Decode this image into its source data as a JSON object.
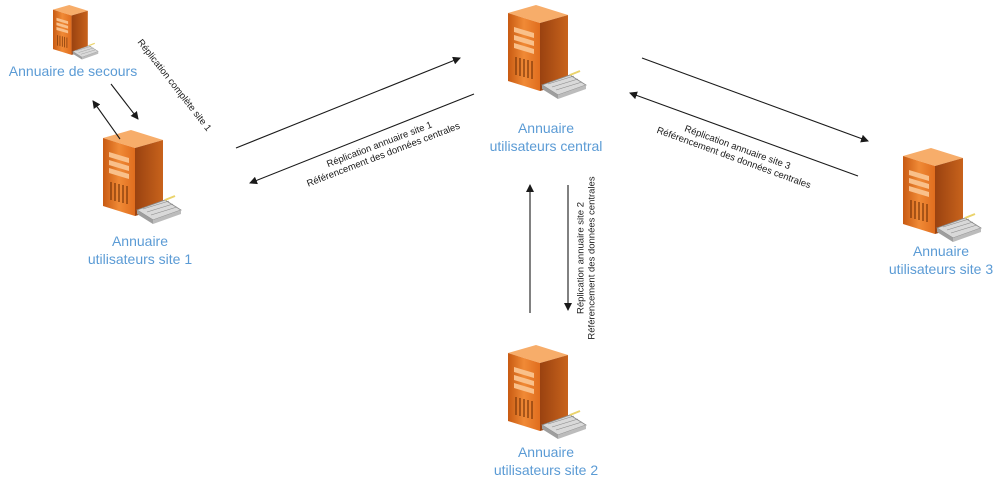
{
  "nodes": {
    "central": {
      "line1": "Annuaire",
      "line2": "utilisateurs central"
    },
    "site1": {
      "line1": "Annuaire",
      "line2": "utilisateurs site 1"
    },
    "site2": {
      "line1": "Annuaire",
      "line2": "utilisateurs site 2"
    },
    "site3": {
      "line1": "Annuaire",
      "line2": "utilisateurs site 3"
    },
    "backup": {
      "line1": "Annuaire de secours"
    }
  },
  "edges": {
    "backup_site1": {
      "line1": "Réplication complète site 1"
    },
    "site1_central": {
      "line1": "Réplication annuaire site 1",
      "line2": "Référencement des données centrales"
    },
    "site2_central": {
      "line1": "Réplication annuaire site 2",
      "line2": "Référencement des données centrales"
    },
    "site3_central": {
      "line1": "Réplication annuaire site 3",
      "line2": "Référencement des données centrales"
    }
  },
  "colors": {
    "label": "#5b9bd5",
    "server_front": "#e2701f",
    "server_top": "#f6a35c",
    "server_side": "#b04e0e",
    "arrow": "#1a1a1a"
  },
  "icons": {
    "server": "server-icon"
  }
}
